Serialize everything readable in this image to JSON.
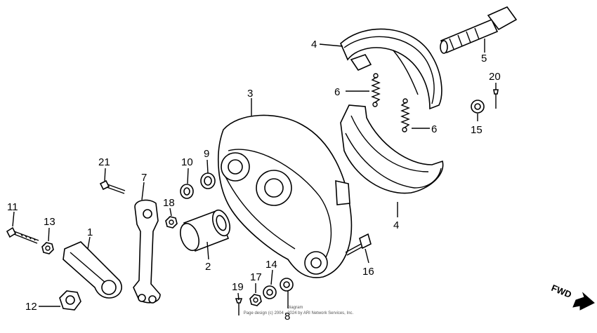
{
  "callouts": {
    "c1": "1",
    "c2": "2",
    "c3": "3",
    "c4a": "4",
    "c4b": "4",
    "c5": "5",
    "c6a": "6",
    "c6b": "6",
    "c7": "7",
    "c8": "8",
    "c9": "9",
    "c10": "10",
    "c11": "11",
    "c12": "12",
    "c13": "13",
    "c14": "14",
    "c15": "15",
    "c16": "16",
    "c17": "17",
    "c18": "18",
    "c19": "19",
    "c20": "20",
    "c21": "21"
  },
  "direction_label": "FWD",
  "copyright": {
    "line1": "Diagram",
    "line2": "Page design (c) 2004 - 2024 by ARI Network Services, Inc."
  }
}
